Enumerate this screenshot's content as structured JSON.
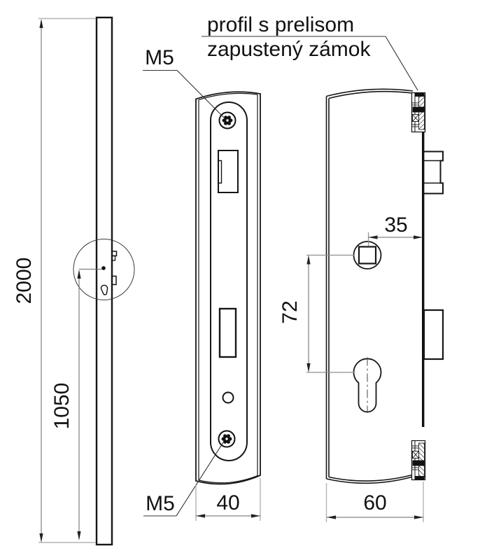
{
  "callout": {
    "line1": "profil s prelisom",
    "line2": "zapustený zámok"
  },
  "labels": {
    "screw_top": "M5",
    "screw_bottom": "M5"
  },
  "dimensions": {
    "door_height": "2000",
    "handle_height": "1050",
    "spindle_to_edge": "35",
    "axis_distance": "72",
    "faceplate_width": "40",
    "case_width": "60"
  },
  "colors": {
    "object_line": "#161616",
    "dimension_line": "#666666",
    "extension_line": "#b3b3b3",
    "background": "#ffffff"
  }
}
